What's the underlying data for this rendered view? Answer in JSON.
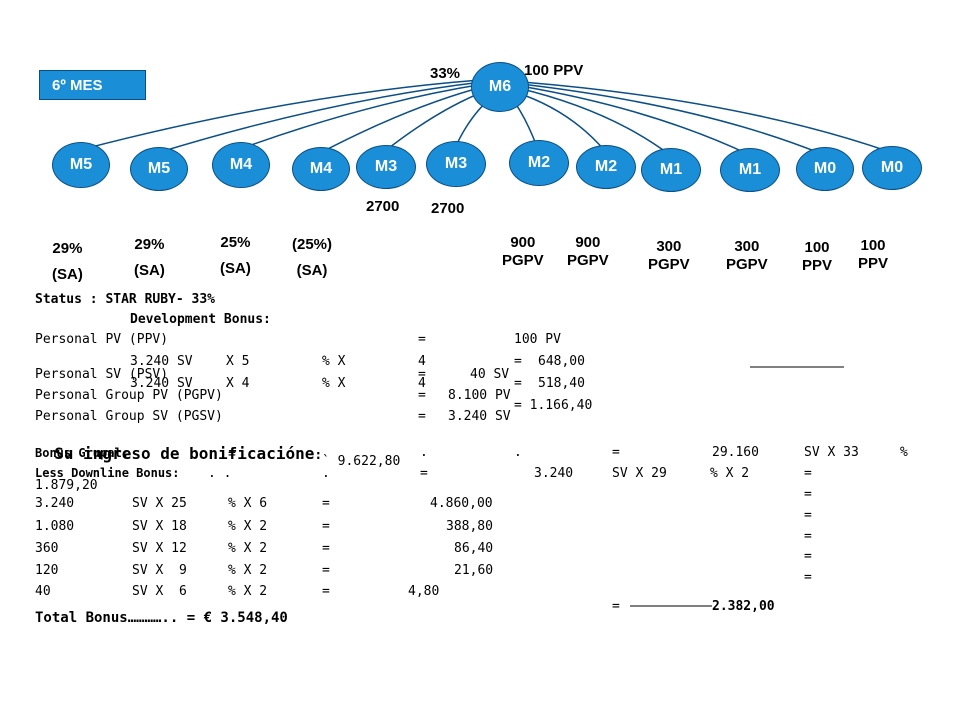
{
  "month_box": "6º MES",
  "top": {
    "node": "M6",
    "pct": "33%",
    "ppv": "100 PPV"
  },
  "nodes": [
    "M5",
    "M5",
    "M4",
    "M4",
    "M3",
    "M3",
    "M2",
    "M2",
    "M1",
    "M1",
    "M0",
    "M0"
  ],
  "node_labels": [
    [
      "29%",
      "(SA)"
    ],
    [
      "29%",
      "(SA)"
    ],
    [
      "25%",
      "(SA)"
    ],
    [
      "(25%)",
      "(SA)"
    ],
    [
      "2700"
    ],
    [
      "2700"
    ],
    [
      "900",
      "PGPV"
    ],
    [
      "900",
      "PGPV"
    ],
    [
      "300",
      "PGPV"
    ],
    [
      "300",
      "PGPV"
    ],
    [
      "100",
      "PPV"
    ],
    [
      "100",
      "PPV"
    ]
  ],
  "text": {
    "status": "Status : STAR RUBY- 33%",
    "dev_bonus": "Development Bonus:",
    "ppv_label": "Personal PV (PPV)",
    "ppv_eq": "=",
    "ppv_val": "100 PV",
    "r1_a": "3.240 SV",
    "r1_b": "X 5",
    "r1_c": "% X",
    "r1_d": "4",
    "r1_eq": "=",
    "r1_val": "648,00",
    "psv_label": "Personal SV (PSV)",
    "psv_eq": "=",
    "psv_val": "40 SV",
    "r2_a": "3.240 SV",
    "r2_b": "X 4",
    "r2_c": "% X",
    "r2_d": "4",
    "r2_eq": "=",
    "r2_val": "518,40",
    "pgpv_label": "Personal Group PV (PGPV)",
    "pgpv_eq": "=",
    "pgpv_val": "8.100 PV",
    "sum_val": "= 1.166,40",
    "pgsv_label": "Personal Group SV (PGSV)",
    "pgsv_eq": "=",
    "pgsv_val": "3.240 SV",
    "heading": "Su ingreso de bonificacióne",
    "heading_colon": ":",
    "bonus_grupal": "Bonus Grupal:",
    "bg_eq": "=",
    "bg_val": "` 9.622,80",
    "bg_dot1": ".",
    "bg_dot2": ".",
    "bg_eq2": "=",
    "bg_sv": "29.160",
    "bg_x": "SV X 33",
    "bg_pct": "%",
    "less_downline": "Less Downline Bonus:",
    "ld_dots": ". .",
    "ld_dot2": ".",
    "ld_eq": "=",
    "ld_sv": "3.240",
    "ld_x": "SV X 29",
    "ld_pct": "% X 2",
    "ld_eq2": "=",
    "ld_total": "1.879,20",
    "rows": [
      [
        "3.240",
        "SV X 25",
        "% X 6",
        "=",
        "4.860,00"
      ],
      [
        "1.080",
        "SV X 18",
        "% X 2",
        "=",
        "388,80"
      ],
      [
        "360",
        "SV X 12",
        "% X 2",
        "=",
        "86,40"
      ],
      [
        "120",
        "SV X  9",
        "% X 2",
        "=",
        "21,60"
      ],
      [
        "40",
        "SV X  6",
        "% X 2",
        "=",
        "4,80"
      ]
    ],
    "right_eqs": [
      "=",
      "=",
      "=",
      "=",
      "="
    ],
    "sub_eq": "=",
    "sub_val": "2.382,00",
    "total": "Total Bonus………….. = € 3.548,40"
  }
}
